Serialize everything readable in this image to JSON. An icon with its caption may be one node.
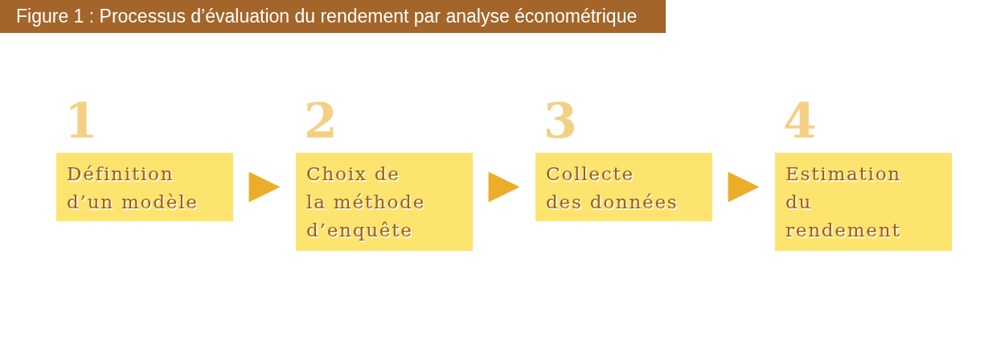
{
  "diagram": {
    "title": "Figure 1 : Processus d’évaluation du rendement par analyse économétrique",
    "nodes": [
      {
        "text": [
          "1",
          "Définition d’un modèle"
        ]
      },
      {
        "text": [
          "2",
          "Choix de la méthode d’enquête"
        ]
      },
      {
        "text": [
          "3",
          "Collecte des données"
        ]
      },
      {
        "text": [
          "4",
          "Estimation du rendement"
        ]
      }
    ],
    "edges": [
      {
        "from": 0,
        "to": 1,
        "arrow": "to"
      },
      {
        "from": 1,
        "to": 2,
        "arrow": "to"
      },
      {
        "from": 2,
        "to": 3,
        "arrow": "to"
      }
    ]
  }
}
